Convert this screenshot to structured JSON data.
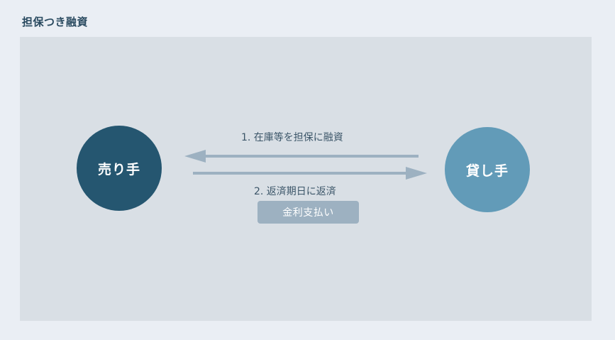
{
  "title": "担保つき融資",
  "nodes": {
    "seller": "売り手",
    "lender": "貸し手"
  },
  "flows": {
    "loan": "1. 在庫等を担保に融資",
    "repayment": "2. 返済期日に返済",
    "interest_badge": "金利支払い"
  },
  "colors": {
    "seller": "#255670",
    "lender": "#629bb8",
    "arrow": "#9db1c1",
    "panel": "#d9dfe5",
    "background": "#eaeef4"
  }
}
